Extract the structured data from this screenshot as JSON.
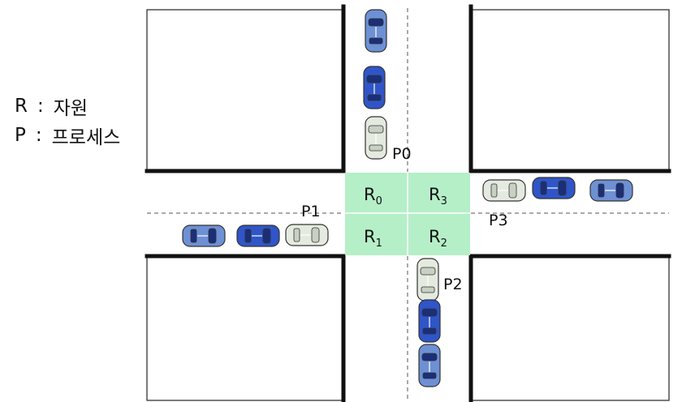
{
  "legend": {
    "r_key": "R",
    "r_value": "자원",
    "p_key": "P",
    "p_value": "프로세스",
    "separator": ":"
  },
  "resources": [
    {
      "id": "R0",
      "letter": "R",
      "sub": "0"
    },
    {
      "id": "R1",
      "letter": "R",
      "sub": "1"
    },
    {
      "id": "R2",
      "letter": "R",
      "sub": "2"
    },
    {
      "id": "R3",
      "letter": "R",
      "sub": "3"
    }
  ],
  "processes": [
    {
      "id": "P0",
      "letter": "P",
      "sub": "0"
    },
    {
      "id": "P1",
      "letter": "P",
      "sub": "1"
    },
    {
      "id": "P2",
      "letter": "P",
      "sub": "2"
    },
    {
      "id": "P3",
      "letter": "P",
      "sub": "3"
    }
  ],
  "colors": {
    "intersection": "#b5efc8",
    "road_line": "#555555",
    "wall": "#111111",
    "car_blue": "#2f55c8",
    "car_light_blue": "#6e90d4",
    "car_white": "#e4eadf"
  },
  "cars": [
    {
      "name": "car-north-1",
      "color": "light_blue"
    },
    {
      "name": "car-north-2",
      "color": "blue"
    },
    {
      "name": "car-north-3",
      "color": "white"
    },
    {
      "name": "car-west-1",
      "color": "light_blue"
    },
    {
      "name": "car-west-2",
      "color": "blue"
    },
    {
      "name": "car-west-3",
      "color": "white"
    },
    {
      "name": "car-south-1",
      "color": "white"
    },
    {
      "name": "car-south-2",
      "color": "blue"
    },
    {
      "name": "car-south-3",
      "color": "light_blue"
    },
    {
      "name": "car-east-1",
      "color": "white"
    },
    {
      "name": "car-east-2",
      "color": "blue"
    },
    {
      "name": "car-east-3",
      "color": "light_blue"
    }
  ]
}
